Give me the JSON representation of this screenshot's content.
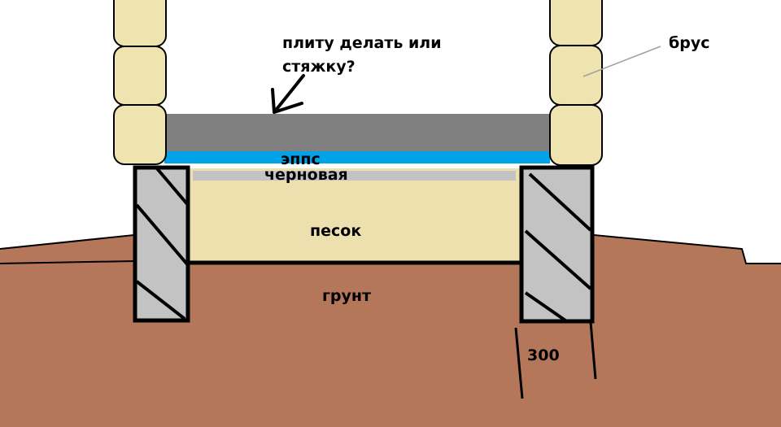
{
  "labels": {
    "question_line1": "плиту делать или",
    "question_line2": "стяжку?",
    "timber": "брус",
    "epps": "эппс",
    "subfloor": "черновая",
    "sand": "песок",
    "soil": "грунт",
    "width": "300"
  },
  "colors": {
    "soil": "#b5775a",
    "sand": "#ede0ae",
    "screed": "#808080",
    "insulation": "#00a2e8",
    "subfloor": "#c3c3c3",
    "foundation": "#c3c3c3",
    "timber": "#efe4b0",
    "outline": "#000000",
    "leader": "#a0a0a0"
  }
}
